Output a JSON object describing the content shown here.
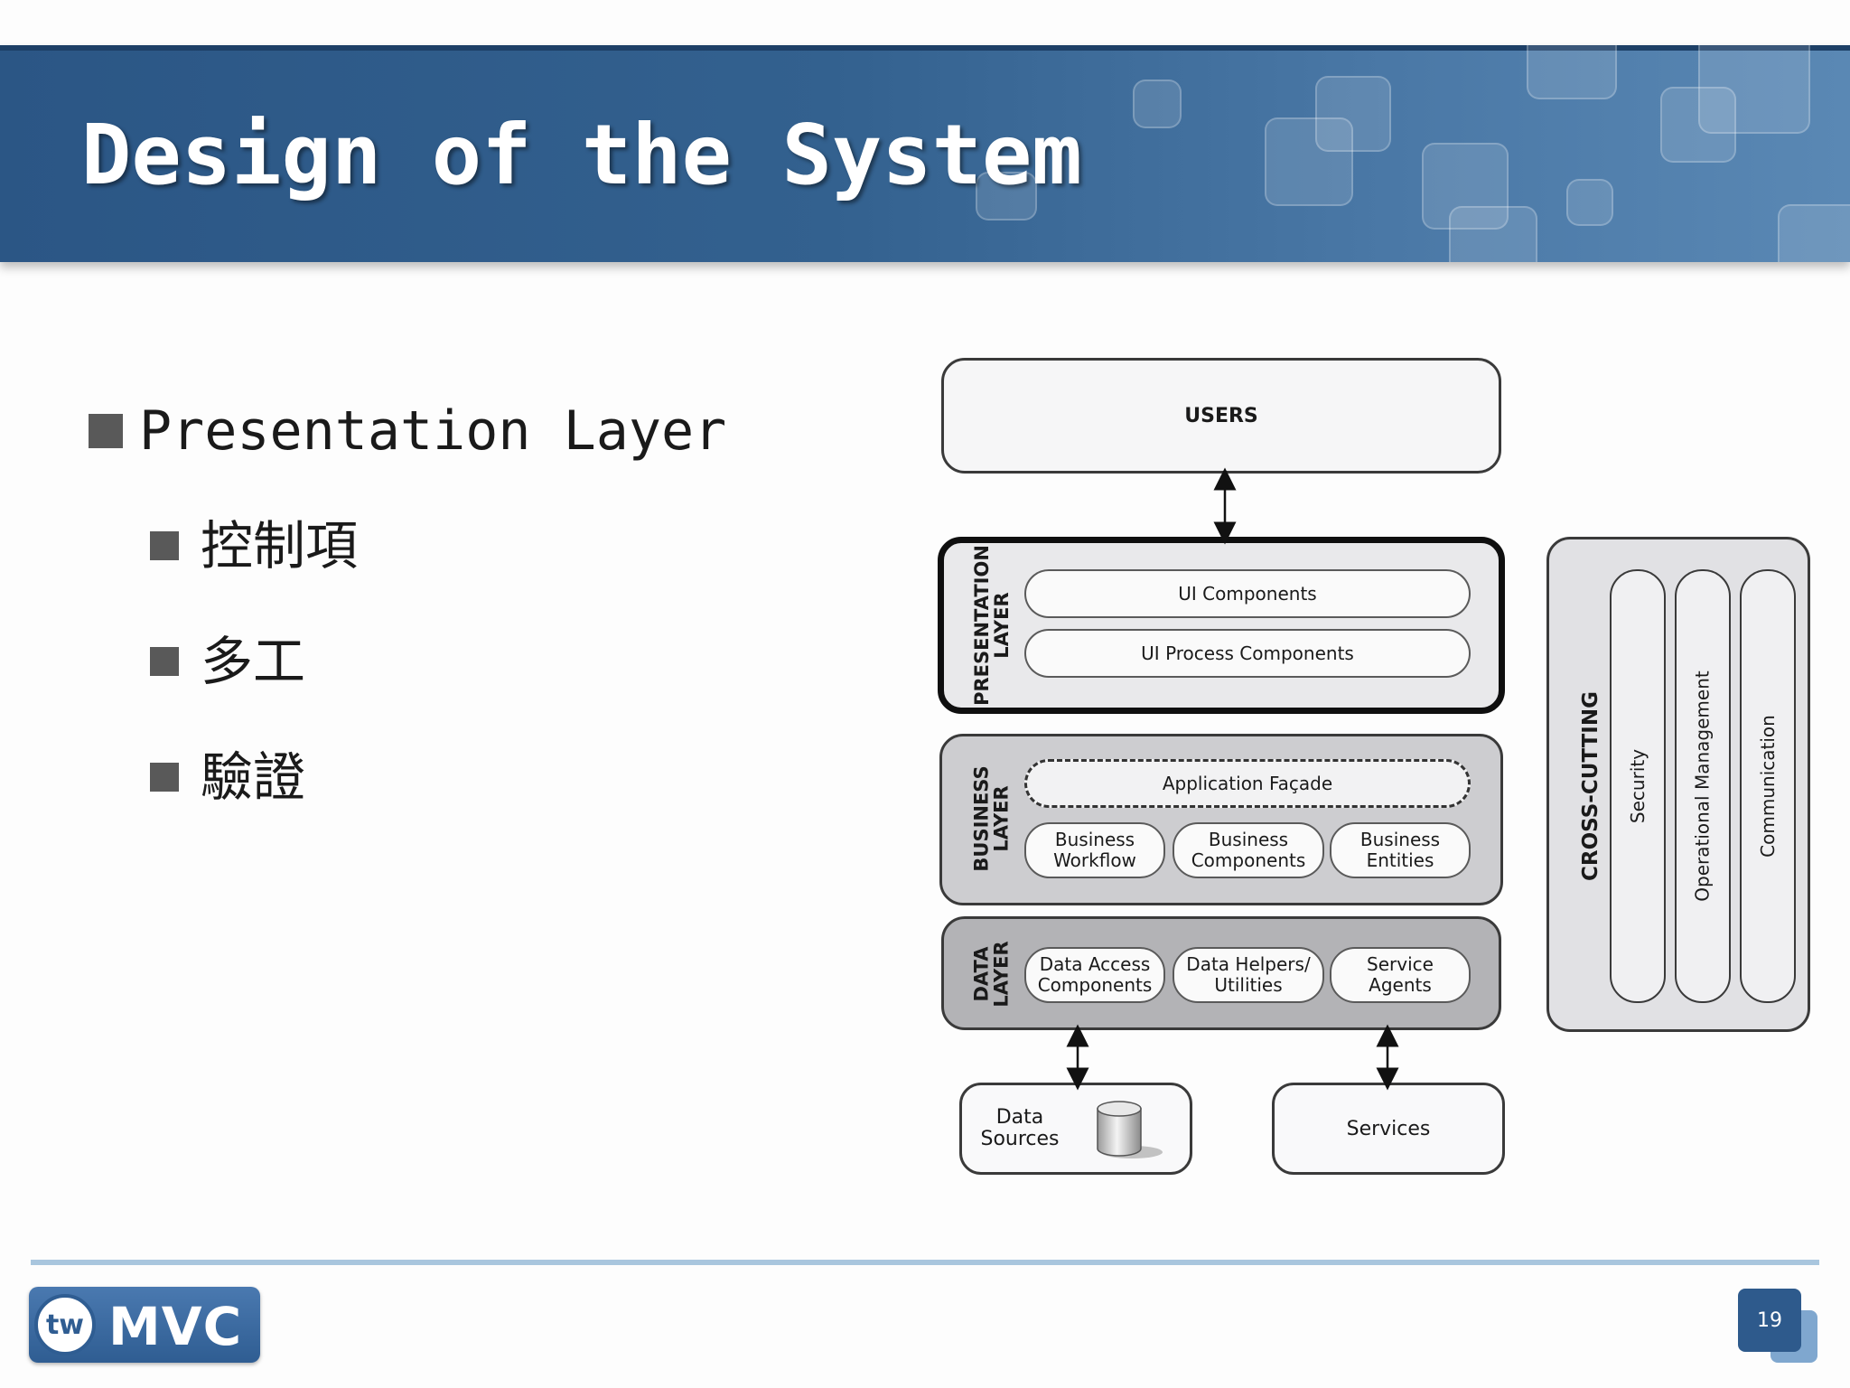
{
  "slide": {
    "title": "Design of the System",
    "page_number": "19"
  },
  "bullets": {
    "main": "Presentation Layer",
    "sub": [
      "控制項",
      "多工",
      "驗證"
    ]
  },
  "diagram": {
    "users": "USERS",
    "presentation_layer": {
      "label": "PRESENTATION\nLAYER",
      "components": [
        "UI Components",
        "UI Process Components"
      ]
    },
    "business_layer": {
      "label": "BUSINESS\nLAYER",
      "facade": "Application Façade",
      "components": [
        "Business\nWorkflow",
        "Business\nComponents",
        "Business\nEntities"
      ]
    },
    "data_layer": {
      "label": "DATA\nLAYER",
      "components": [
        "Data Access\nComponents",
        "Data Helpers/\nUtilities",
        "Service\nAgents"
      ]
    },
    "cross_cutting": {
      "label": "CROSS-CUTTING",
      "concerns": [
        "Security",
        "Operational Management",
        "Communication"
      ]
    },
    "data_sources": "Data\nSources",
    "services": "Services"
  },
  "logo": {
    "badge": "tw",
    "text": "MVC"
  }
}
